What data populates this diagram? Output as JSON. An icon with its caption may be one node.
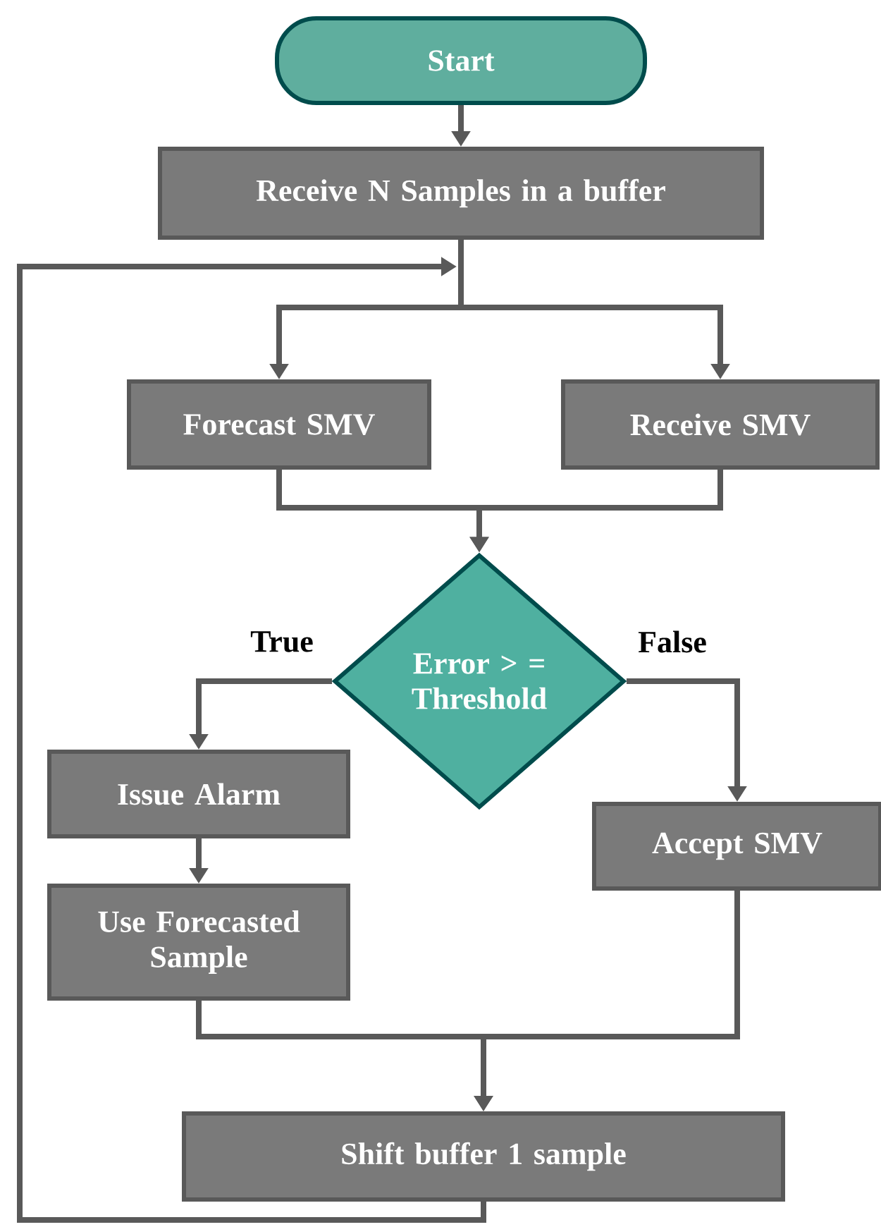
{
  "diagram": {
    "nodes": [
      {
        "text": [
          "Start"
        ]
      },
      {
        "text": [
          "Receive N Samples in a buffer"
        ]
      },
      {
        "text": [
          "Forecast SMV"
        ]
      },
      {
        "text": [
          "Receive SMV"
        ]
      },
      {
        "text": [
          "Error > = Threshold"
        ]
      },
      {
        "text": [
          "Issue Alarm"
        ]
      },
      {
        "text": [
          "Use Forecasted Sample"
        ]
      },
      {
        "text": [
          "Accept SMV"
        ]
      },
      {
        "text": [
          "Shift buffer 1 sample"
        ]
      }
    ],
    "edges": [
      {
        "from": 0,
        "to": 1,
        "arrow": "to"
      },
      {
        "from": 1,
        "to": 2,
        "arrow": "to"
      },
      {
        "from": 1,
        "to": 3,
        "arrow": "to"
      },
      {
        "from": 2,
        "to": 4,
        "arrow": "to"
      },
      {
        "from": 3,
        "to": 4,
        "arrow": "to"
      },
      {
        "from": 4,
        "to": 5,
        "arrow": "to",
        "label": "True"
      },
      {
        "from": 4,
        "to": 7,
        "arrow": "to",
        "label": "False"
      },
      {
        "from": 5,
        "to": 6,
        "arrow": "to"
      },
      {
        "from": 6,
        "to": 8,
        "arrow": "to"
      },
      {
        "from": 7,
        "to": 8,
        "arrow": "to"
      },
      {
        "from": 8,
        "to": 1,
        "arrow": "to"
      }
    ]
  }
}
